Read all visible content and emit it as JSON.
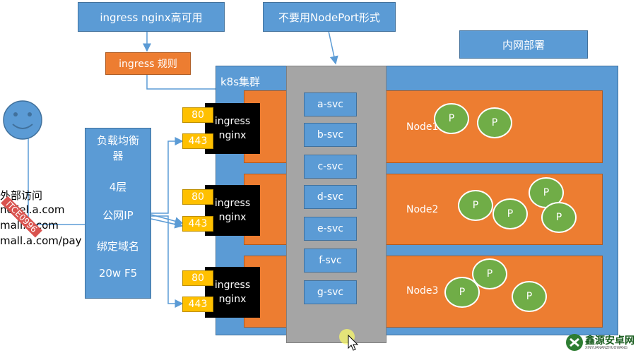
{
  "labels": {
    "ingress_ha": "ingress nginx高可用",
    "no_nodeport": "不要用NodePort形式",
    "intranet_deploy": "内网部署",
    "ingress_rules": "ingress 规则",
    "cluster_title": "k8s集群"
  },
  "external": {
    "title": "外部访问",
    "line1": "ncdel.a.com",
    "line2": "mall.a.com",
    "line3": "mall.a.com/pay",
    "watermark": "ITCE0996"
  },
  "load_balancer": {
    "line1": "负载均衡",
    "line2": "器",
    "line3": "4层",
    "line4": "公网IP",
    "line5": "绑定域名",
    "line6": "20w F5"
  },
  "ingress": [
    {
      "line1": "ingress",
      "line2": "nginx",
      "port_http": "80",
      "port_https": "443"
    },
    {
      "line1": "ingress",
      "line2": "nginx",
      "port_http": "80",
      "port_https": "443"
    },
    {
      "line1": "ingress",
      "line2": "nginx",
      "port_http": "80",
      "port_https": "443"
    }
  ],
  "services": [
    "a-svc",
    "b-svc",
    "c-svc",
    "d-svc",
    "e-svc",
    "f-svc",
    "g-svc"
  ],
  "nodes": [
    "Node1",
    "Node2",
    "Node3"
  ],
  "pod_label": "P",
  "logo": {
    "text": "鑫源安卓网",
    "sub": "XINYUANANZHUOWANG"
  },
  "colors": {
    "blue": "#5b9bd5",
    "orange": "#ed7d31",
    "gray": "#a5a5a5",
    "green": "#70ad47",
    "yellow": "#ffc000"
  }
}
